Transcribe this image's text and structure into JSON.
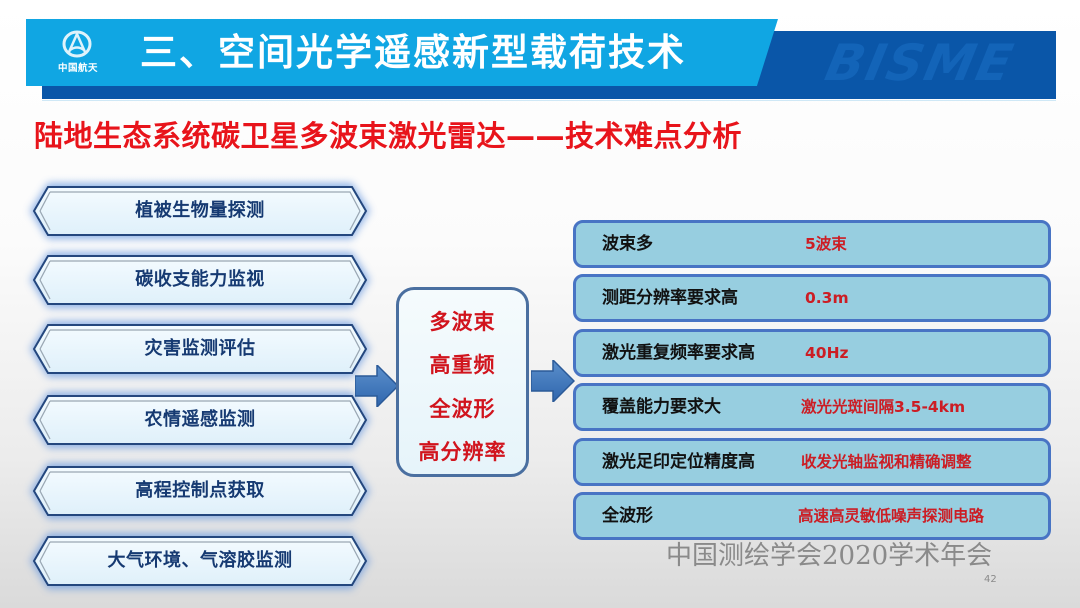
{
  "header": {
    "logo_text": "中国航天",
    "title": "三、空间光学遥感新型载荷技术",
    "brand_watermark": "BISME",
    "colors": {
      "light_bar": "#10a6e3",
      "dark_bar": "#0a56a8"
    }
  },
  "subtitle": "陆地生态系统碳卫星多波束激光雷达——技术难点分析",
  "applications": [
    {
      "label": "植被生物量探测"
    },
    {
      "label": "碳收支能力监视"
    },
    {
      "label": "灾害监测评估"
    },
    {
      "label": "农情遥感监测"
    },
    {
      "label": "高程控制点获取"
    },
    {
      "label": "大气环境、气溶胶监测"
    }
  ],
  "features": [
    {
      "label": "多波束"
    },
    {
      "label": "高重频"
    },
    {
      "label": "全波形"
    },
    {
      "label": "高分辨率"
    }
  ],
  "difficulties": [
    {
      "label": "波束多",
      "value": "5波束",
      "value_x": 229
    },
    {
      "label": "测距分辨率要求高",
      "value": "0.3m",
      "value_x": 229
    },
    {
      "label": "激光重复频率要求高",
      "value": "40Hz",
      "value_x": 229
    },
    {
      "label": "覆盖能力要求大",
      "value": "激光光斑间隔3.5-4km",
      "value_x": 225
    },
    {
      "label": "激光足印定位精度高",
      "value": "收发光轴监视和精确调整",
      "value_x": 225
    },
    {
      "label": "全波形",
      "value": "高速高灵敏低噪声探测电路",
      "value_x": 222
    }
  ],
  "footer": {
    "watermark": "中国测绘学会2020学术年会",
    "page_number": "42"
  }
}
